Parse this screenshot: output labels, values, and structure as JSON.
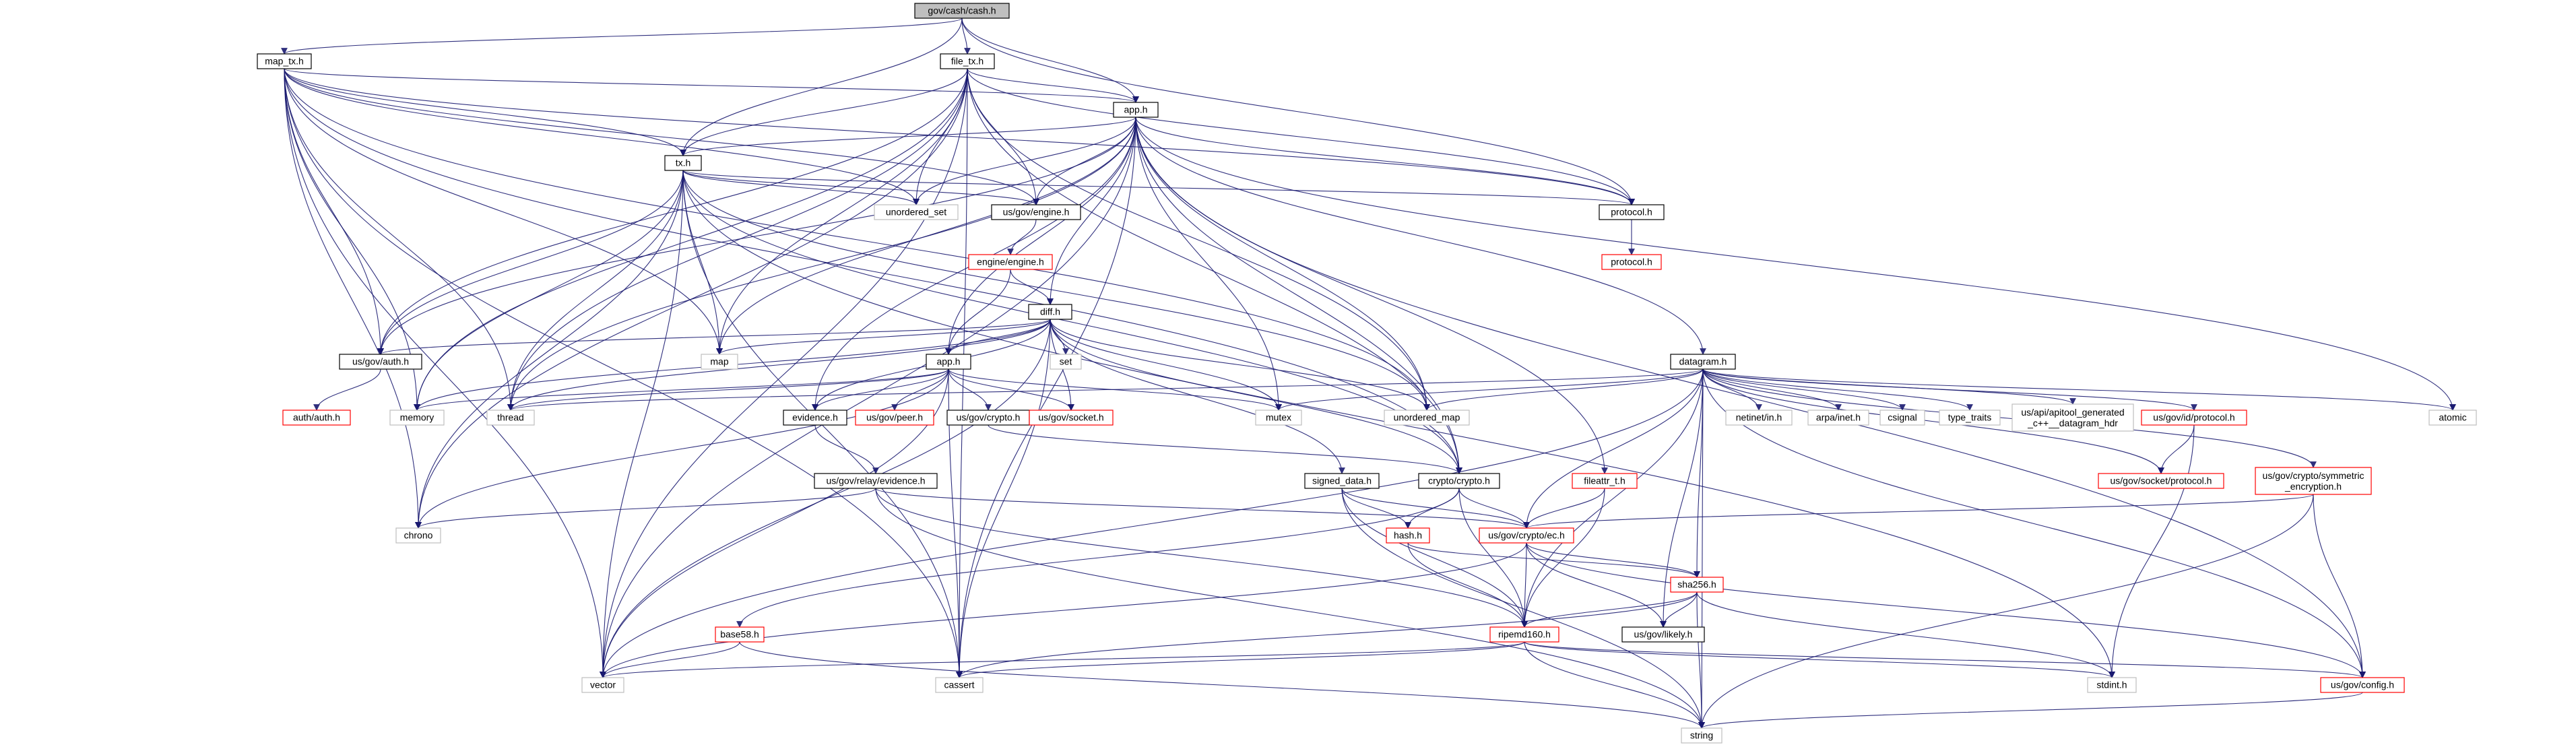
{
  "title": "gov/cash/cash.h",
  "colors": {
    "edge": "#191970",
    "current_fill": "#bfbfbf",
    "current_stroke": "#000000",
    "documented_stroke": "#000000",
    "undocumented_stroke": "#ff0000",
    "external_stroke": "#bfbfbf",
    "node_fill": "#ffffff"
  },
  "nodes": [
    {
      "id": "cash_h",
      "label": "gov/cash/cash.h",
      "kind": "current"
    },
    {
      "id": "map_tx_h",
      "label": "map_tx.h",
      "kind": "documented"
    },
    {
      "id": "file_tx_h",
      "label": "file_tx.h",
      "kind": "documented"
    },
    {
      "id": "app_h",
      "label": "app.h",
      "kind": "documented"
    },
    {
      "id": "tx_h",
      "label": "tx.h",
      "kind": "documented"
    },
    {
      "id": "unordered_set",
      "label": "unordered_set",
      "kind": "external"
    },
    {
      "id": "us_gov_engine_h",
      "label": "us/gov/engine.h",
      "kind": "documented"
    },
    {
      "id": "protocol_h",
      "label": "protocol.h",
      "kind": "documented"
    },
    {
      "id": "protocol_h_red",
      "label": "protocol.h",
      "kind": "undocumented"
    },
    {
      "id": "engine_engine_h",
      "label": "engine/engine.h",
      "kind": "undocumented"
    },
    {
      "id": "diff_h",
      "label": "diff.h",
      "kind": "documented"
    },
    {
      "id": "us_gov_auth_h",
      "label": "us/gov/auth.h",
      "kind": "documented"
    },
    {
      "id": "map",
      "label": "map",
      "kind": "external"
    },
    {
      "id": "set",
      "label": "set",
      "kind": "external"
    },
    {
      "id": "auth_auth_h",
      "label": "auth/auth.h",
      "kind": "undocumented"
    },
    {
      "id": "app_h2",
      "label": "app.h",
      "kind": "documented"
    },
    {
      "id": "memory",
      "label": "memory",
      "kind": "external"
    },
    {
      "id": "thread",
      "label": "thread",
      "kind": "external"
    },
    {
      "id": "evidence_h",
      "label": "evidence.h",
      "kind": "documented"
    },
    {
      "id": "us_gov_peer_h",
      "label": "us/gov/peer.h",
      "kind": "undocumented"
    },
    {
      "id": "us_gov_crypto_h",
      "label": "us/gov/crypto.h",
      "kind": "documented"
    },
    {
      "id": "us_gov_socket_h",
      "label": "us/gov/socket.h",
      "kind": "undocumented"
    },
    {
      "id": "mutex",
      "label": "mutex",
      "kind": "external"
    },
    {
      "id": "unordered_map",
      "label": "unordered_map",
      "kind": "external"
    },
    {
      "id": "datagram_h",
      "label": "datagram.h",
      "kind": "documented"
    },
    {
      "id": "netinet_in_h",
      "label": "netinet/in.h",
      "kind": "external"
    },
    {
      "id": "arpa_inet_h",
      "label": "arpa/inet.h",
      "kind": "external"
    },
    {
      "id": "csignal",
      "label": "csignal",
      "kind": "external"
    },
    {
      "id": "type_traits",
      "label": "type_traits",
      "kind": "external"
    },
    {
      "id": "us_api_apitool",
      "label": "us/api/apitool_generated\n_c++__datagram_hdr",
      "kind": "external"
    },
    {
      "id": "us_gov_id_protocol_h",
      "label": "us/gov/id/protocol.h",
      "kind": "undocumented"
    },
    {
      "id": "us_gov_crypto_symmetric",
      "label": "us/gov/crypto/symmetric\n_encryption.h",
      "kind": "undocumented"
    },
    {
      "id": "atomic",
      "label": "atomic",
      "kind": "external"
    },
    {
      "id": "us_gov_socket_protocol_h",
      "label": "us/gov/socket/protocol.h",
      "kind": "undocumented"
    },
    {
      "id": "us_gov_relay_evidence_h",
      "label": "us/gov/relay/evidence.h",
      "kind": "documented"
    },
    {
      "id": "signed_data_h",
      "label": "signed_data.h",
      "kind": "documented"
    },
    {
      "id": "crypto_crypto_h",
      "label": "crypto/crypto.h",
      "kind": "documented"
    },
    {
      "id": "fileattr_t_h",
      "label": "fileattr_t.h",
      "kind": "undocumented"
    },
    {
      "id": "chrono",
      "label": "chrono",
      "kind": "external"
    },
    {
      "id": "hash_h",
      "label": "hash.h",
      "kind": "undocumented"
    },
    {
      "id": "us_gov_crypto_ec_h",
      "label": "us/gov/crypto/ec.h",
      "kind": "undocumented"
    },
    {
      "id": "sha256_h",
      "label": "sha256.h",
      "kind": "undocumented"
    },
    {
      "id": "base58_h",
      "label": "base58.h",
      "kind": "undocumented"
    },
    {
      "id": "us_gov_likely_h",
      "label": "us/gov/likely.h",
      "kind": "documented"
    },
    {
      "id": "ripemd160_h",
      "label": "ripemd160.h",
      "kind": "undocumented"
    },
    {
      "id": "vector",
      "label": "vector",
      "kind": "external"
    },
    {
      "id": "cassert",
      "label": "cassert",
      "kind": "external"
    },
    {
      "id": "stdint_h",
      "label": "stdint.h",
      "kind": "external"
    },
    {
      "id": "us_gov_config_h",
      "label": "us/gov/config.h",
      "kind": "undocumented"
    },
    {
      "id": "string",
      "label": "string",
      "kind": "external"
    }
  ],
  "edges": [
    [
      "cash_h",
      "map_tx_h"
    ],
    [
      "cash_h",
      "file_tx_h"
    ],
    [
      "cash_h",
      "app_h"
    ],
    [
      "cash_h",
      "tx_h"
    ],
    [
      "cash_h",
      "protocol_h"
    ],
    [
      "map_tx_h",
      "app_h"
    ],
    [
      "map_tx_h",
      "tx_h"
    ],
    [
      "map_tx_h",
      "unordered_set"
    ],
    [
      "map_tx_h",
      "us_gov_engine_h"
    ],
    [
      "map_tx_h",
      "protocol_h"
    ],
    [
      "map_tx_h",
      "us_gov_auth_h"
    ],
    [
      "map_tx_h",
      "map"
    ],
    [
      "map_tx_h",
      "thread"
    ],
    [
      "map_tx_h",
      "memory"
    ],
    [
      "map_tx_h",
      "chrono"
    ],
    [
      "map_tx_h",
      "vector"
    ],
    [
      "map_tx_h",
      "cassert"
    ],
    [
      "map_tx_h",
      "unordered_map"
    ],
    [
      "map_tx_h",
      "crypto_crypto_h"
    ],
    [
      "file_tx_h",
      "app_h"
    ],
    [
      "file_tx_h",
      "tx_h"
    ],
    [
      "file_tx_h",
      "unordered_set"
    ],
    [
      "file_tx_h",
      "us_gov_engine_h"
    ],
    [
      "file_tx_h",
      "protocol_h"
    ],
    [
      "file_tx_h",
      "us_gov_auth_h"
    ],
    [
      "file_tx_h",
      "map"
    ],
    [
      "file_tx_h",
      "thread"
    ],
    [
      "file_tx_h",
      "memory"
    ],
    [
      "file_tx_h",
      "chrono"
    ],
    [
      "file_tx_h",
      "vector"
    ],
    [
      "file_tx_h",
      "cassert"
    ],
    [
      "file_tx_h",
      "unordered_map"
    ],
    [
      "file_tx_h",
      "crypto_crypto_h"
    ],
    [
      "app_h",
      "tx_h"
    ],
    [
      "app_h",
      "unordered_set"
    ],
    [
      "app_h",
      "us_gov_engine_h"
    ],
    [
      "app_h",
      "protocol_h"
    ],
    [
      "app_h",
      "diff_h"
    ],
    [
      "app_h",
      "us_gov_auth_h"
    ],
    [
      "app_h",
      "map"
    ],
    [
      "app_h",
      "app_h2"
    ],
    [
      "app_h",
      "thread"
    ],
    [
      "app_h",
      "evidence_h"
    ],
    [
      "app_h",
      "mutex"
    ],
    [
      "app_h",
      "unordered_map"
    ],
    [
      "app_h",
      "datagram_h"
    ],
    [
      "app_h",
      "crypto_crypto_h"
    ],
    [
      "app_h",
      "fileattr_t_h"
    ],
    [
      "app_h",
      "vector"
    ],
    [
      "app_h",
      "cassert"
    ],
    [
      "app_h",
      "us_gov_config_h"
    ],
    [
      "app_h",
      "atomic"
    ],
    [
      "tx_h",
      "unordered_set"
    ],
    [
      "tx_h",
      "us_gov_engine_h"
    ],
    [
      "tx_h",
      "protocol_h"
    ],
    [
      "tx_h",
      "us_gov_auth_h"
    ],
    [
      "tx_h",
      "map"
    ],
    [
      "tx_h",
      "memory"
    ],
    [
      "tx_h",
      "thread"
    ],
    [
      "tx_h",
      "chrono"
    ],
    [
      "tx_h",
      "vector"
    ],
    [
      "tx_h",
      "cassert"
    ],
    [
      "tx_h",
      "unordered_map"
    ],
    [
      "tx_h",
      "crypto_crypto_h"
    ],
    [
      "tx_h",
      "stdint_h"
    ],
    [
      "us_gov_engine_h",
      "engine_engine_h"
    ],
    [
      "protocol_h",
      "protocol_h_red"
    ],
    [
      "engine_engine_h",
      "diff_h"
    ],
    [
      "engine_engine_h",
      "app_h2"
    ],
    [
      "diff_h",
      "us_gov_auth_h"
    ],
    [
      "diff_h",
      "map"
    ],
    [
      "diff_h",
      "set"
    ],
    [
      "diff_h",
      "app_h2"
    ],
    [
      "diff_h",
      "memory"
    ],
    [
      "diff_h",
      "thread"
    ],
    [
      "diff_h",
      "unordered_map"
    ],
    [
      "diff_h",
      "mutex"
    ],
    [
      "diff_h",
      "crypto_crypto_h"
    ],
    [
      "diff_h",
      "signed_data_h"
    ],
    [
      "diff_h",
      "vector"
    ],
    [
      "diff_h",
      "cassert"
    ],
    [
      "diff_h",
      "us_gov_socket_h"
    ],
    [
      "diff_h",
      "evidence_h"
    ],
    [
      "us_gov_auth_h",
      "auth_auth_h"
    ],
    [
      "app_h2",
      "memory"
    ],
    [
      "app_h2",
      "thread"
    ],
    [
      "app_h2",
      "evidence_h"
    ],
    [
      "app_h2",
      "us_gov_peer_h"
    ],
    [
      "app_h2",
      "us_gov_crypto_h"
    ],
    [
      "app_h2",
      "us_gov_socket_h"
    ],
    [
      "app_h2",
      "mutex"
    ],
    [
      "app_h2",
      "chrono"
    ],
    [
      "app_h2",
      "vector"
    ],
    [
      "app_h2",
      "cassert"
    ],
    [
      "evidence_h",
      "us_gov_relay_evidence_h"
    ],
    [
      "us_gov_crypto_h",
      "crypto_crypto_h"
    ],
    [
      "datagram_h",
      "netinet_in_h"
    ],
    [
      "datagram_h",
      "arpa_inet_h"
    ],
    [
      "datagram_h",
      "csignal"
    ],
    [
      "datagram_h",
      "type_traits"
    ],
    [
      "datagram_h",
      "us_api_apitool"
    ],
    [
      "datagram_h",
      "us_gov_id_protocol_h"
    ],
    [
      "datagram_h",
      "us_gov_crypto_symmetric"
    ],
    [
      "datagram_h",
      "atomic"
    ],
    [
      "datagram_h",
      "us_gov_socket_protocol_h"
    ],
    [
      "datagram_h",
      "mutex"
    ],
    [
      "datagram_h",
      "unordered_map"
    ],
    [
      "datagram_h",
      "thread"
    ],
    [
      "datagram_h",
      "vector"
    ],
    [
      "datagram_h",
      "us_gov_crypto_ec_h"
    ],
    [
      "datagram_h",
      "sha256_h"
    ],
    [
      "datagram_h",
      "us_gov_likely_h"
    ],
    [
      "datagram_h",
      "ripemd160_h"
    ],
    [
      "datagram_h",
      "us_gov_config_h"
    ],
    [
      "datagram_h",
      "string"
    ],
    [
      "us_gov_id_protocol_h",
      "us_gov_socket_protocol_h"
    ],
    [
      "us_gov_id_protocol_h",
      "stdint_h"
    ],
    [
      "us_gov_crypto_symmetric",
      "us_gov_crypto_ec_h"
    ],
    [
      "us_gov_crypto_symmetric",
      "us_gov_config_h"
    ],
    [
      "us_gov_crypto_symmetric",
      "string"
    ],
    [
      "us_gov_relay_evidence_h",
      "chrono"
    ],
    [
      "us_gov_relay_evidence_h",
      "us_gov_crypto_ec_h"
    ],
    [
      "us_gov_relay_evidence_h",
      "ripemd160_h"
    ],
    [
      "us_gov_relay_evidence_h",
      "string"
    ],
    [
      "signed_data_h",
      "hash_h"
    ],
    [
      "signed_data_h",
      "us_gov_crypto_ec_h"
    ],
    [
      "signed_data_h",
      "ripemd160_h"
    ],
    [
      "signed_data_h",
      "string"
    ],
    [
      "crypto_crypto_h",
      "hash_h"
    ],
    [
      "crypto_crypto_h",
      "us_gov_crypto_ec_h"
    ],
    [
      "crypto_crypto_h",
      "ripemd160_h"
    ],
    [
      "crypto_crypto_h",
      "base58_h"
    ],
    [
      "fileattr_t_h",
      "us_gov_crypto_ec_h"
    ],
    [
      "fileattr_t_h",
      "ripemd160_h"
    ],
    [
      "hash_h",
      "ripemd160_h"
    ],
    [
      "hash_h",
      "sha256_h"
    ],
    [
      "us_gov_crypto_ec_h",
      "ripemd160_h"
    ],
    [
      "us_gov_crypto_ec_h",
      "sha256_h"
    ],
    [
      "us_gov_crypto_ec_h",
      "us_gov_likely_h"
    ],
    [
      "us_gov_crypto_ec_h",
      "vector"
    ],
    [
      "us_gov_crypto_ec_h",
      "us_gov_config_h"
    ],
    [
      "sha256_h",
      "ripemd160_h"
    ],
    [
      "sha256_h",
      "us_gov_likely_h"
    ],
    [
      "sha256_h",
      "cassert"
    ],
    [
      "sha256_h",
      "stdint_h"
    ],
    [
      "sha256_h",
      "string"
    ],
    [
      "base58_h",
      "vector"
    ],
    [
      "base58_h",
      "string"
    ],
    [
      "ripemd160_h",
      "vector"
    ],
    [
      "ripemd160_h",
      "cassert"
    ],
    [
      "ripemd160_h",
      "stdint_h"
    ],
    [
      "ripemd160_h",
      "us_gov_config_h"
    ],
    [
      "ripemd160_h",
      "string"
    ],
    [
      "us_gov_config_h",
      "string"
    ]
  ]
}
